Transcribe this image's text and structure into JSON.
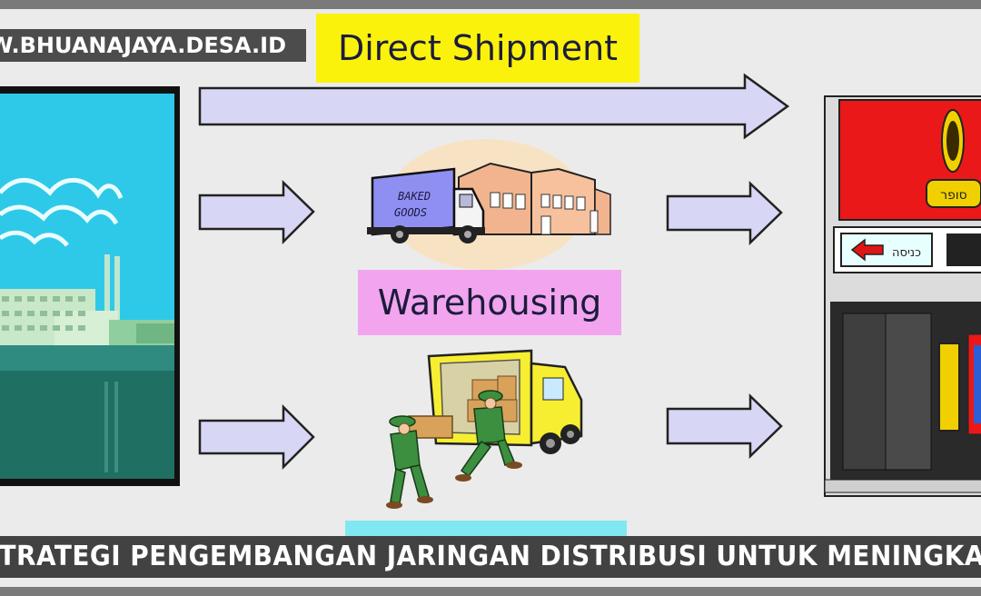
{
  "watermark": "W.BHUANAJAYA.DESA.ID",
  "labels": {
    "direct": "Direct Shipment",
    "warehousing": "Warehousing"
  },
  "truck_text": "BAKED GOODS",
  "store_sign_text": "סופר",
  "store_door_text": "כניסה",
  "banner": "STRATEGI PENGEMBANGAN JARINGAN DISTRIBUSI UNTUK MENINGKATKAN PASAR UMKM",
  "colors": {
    "arrow_fill": "#d8d6f5",
    "direct_label_bg": "#fbf20c",
    "warehousing_label_bg": "#f2a5ee",
    "third_label_bg": "#7fe8f0",
    "sky": "#2ec9e8",
    "store_red": "#ea1818"
  }
}
